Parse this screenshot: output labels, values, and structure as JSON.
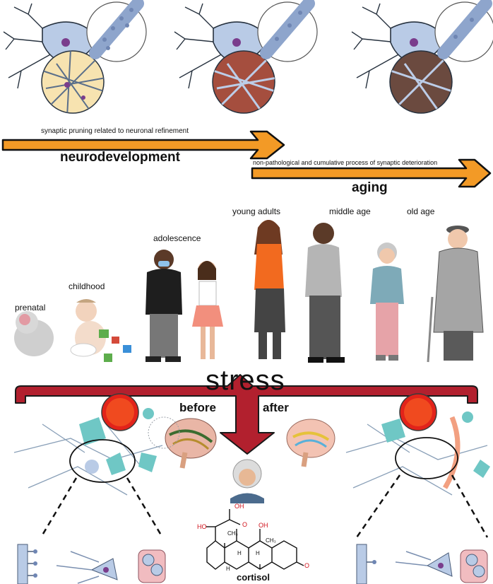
{
  "arrows": {
    "neurodevelopment_caption": "synaptic pruning related to neuronal refinement",
    "neurodevelopment_label": "neurodevelopment",
    "aging_caption": "non-pathological and cumulative process of synaptic deterioration",
    "aging_label": "aging"
  },
  "life_stages": {
    "prenatal": "prenatal",
    "childhood": "childhood",
    "adolescence": "adolescence",
    "young_adults": "young  adults",
    "middle_age": "middle  age",
    "old_age": "old age"
  },
  "stress": {
    "title": "stress",
    "before": "before",
    "after": "after"
  },
  "molecule": {
    "name": "cortisol",
    "atoms": {
      "oh_top": "OH",
      "o_carbonyl": "O",
      "ho_left": "HO",
      "ch3_top": "CH₃",
      "oh_right": "OH",
      "ch3_mid": "CH₃",
      "h1": "H",
      "h2": "H",
      "h3": "H",
      "o_ketone": "O"
    }
  },
  "colors": {
    "arrow_orange": "#f39a26",
    "bracket_red": "#b2202e",
    "neuron_blue": "#b9cbe6",
    "nucleus_purple": "#7a3d8c",
    "microglia_teal": "#6fc7c5",
    "astro_gray": "#9aa0a8",
    "heteroatom_red": "#d0121b"
  }
}
